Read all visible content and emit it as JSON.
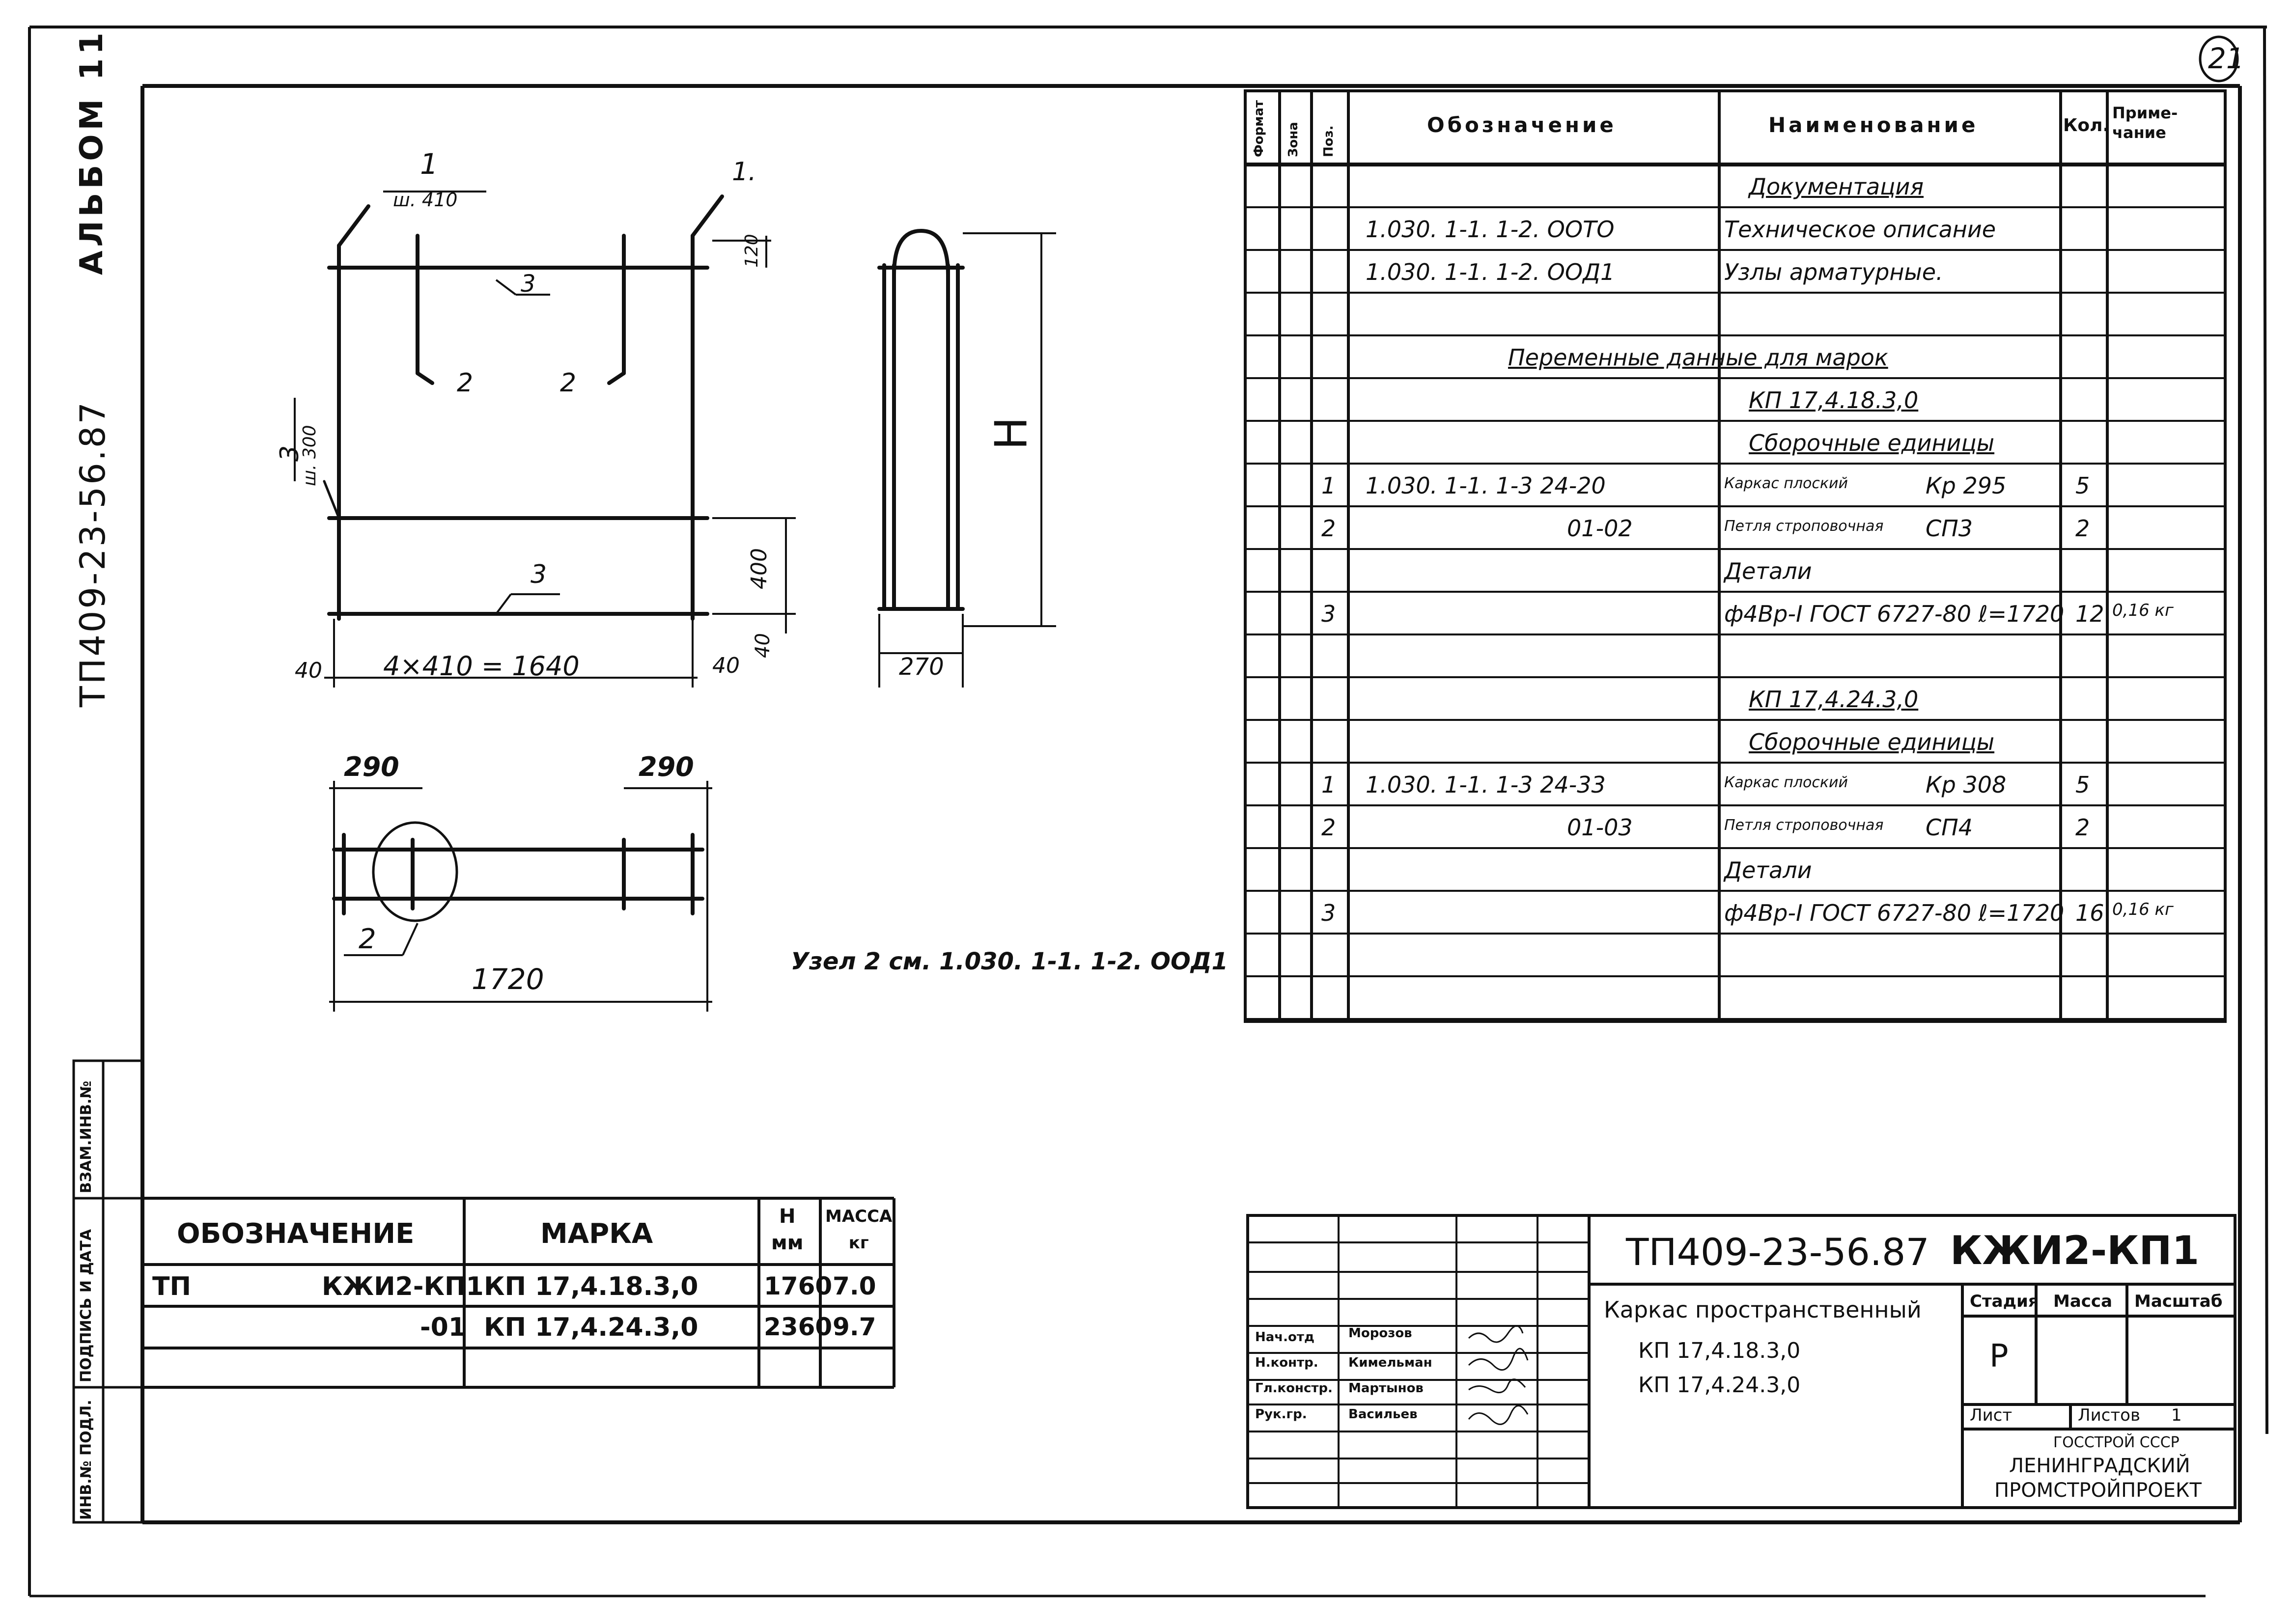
{
  "sheet_number": "21",
  "album": "АЛЬБОМ 11",
  "side_code": "ТП409-23-56.87",
  "side_stamp": [
    "ВЗАМ.ИНВ.№",
    "ПОДПИСЬ И ДАТА",
    "ИНВ.№ ПОДЛ."
  ],
  "drawing": {
    "label_1_top": "1",
    "pitch_top": "ш. 410",
    "label_1_right": "1.",
    "dim_120": "120",
    "label_3_top": "3",
    "label_2a": "2",
    "label_2b": "2",
    "label_3_left": "3",
    "pitch_left": "ш. 300",
    "label_3_bottom": "3",
    "dim_400": "400",
    "dim_40_right": "40",
    "dim_40_left": "40",
    "dim_span": "4×410 = 1640",
    "dim_40_bottom": "40",
    "dim_270": "270",
    "dim_h": "Н",
    "plan_290_left": "290",
    "plan_290_right": "290",
    "plan_label_2": "2",
    "plan_1720": "1720",
    "node_note": "Узел 2 см. 1.030. 1-1. 1-2. ООД1"
  },
  "spec": {
    "headers": [
      "Формат",
      "Зона",
      "Поз.",
      "Обозначение",
      "Наименование",
      "Кол.",
      "Приме-\nчание"
    ],
    "rows": [
      {
        "pos": "",
        "code": "",
        "name": "Документация",
        "qty": "",
        "note": "",
        "underline": true
      },
      {
        "pos": "",
        "code": "1.030. 1-1. 1-2. ООТО",
        "name": "Техническое описание",
        "qty": "",
        "note": ""
      },
      {
        "pos": "",
        "code": "1.030. 1-1. 1-2. ООД1",
        "name": "Узлы арматурные.",
        "qty": "",
        "note": ""
      },
      {
        "pos": "",
        "code": "",
        "name": "",
        "qty": "",
        "note": ""
      },
      {
        "pos": "",
        "code": "",
        "name": "Переменные данные для марок",
        "qty": "",
        "note": "",
        "span": true
      },
      {
        "pos": "",
        "code": "",
        "name": "КП 17,4.18.3,0",
        "qty": "",
        "note": "",
        "underline": true
      },
      {
        "pos": "",
        "code": "",
        "name": "Сборочные единицы",
        "qty": "",
        "note": "",
        "underline": true
      },
      {
        "pos": "1",
        "code": "1.030. 1-1. 1-3  24-20",
        "name": "Каркас плоский",
        "mark": "Кр 295",
        "qty": "5",
        "note": ""
      },
      {
        "pos": "2",
        "code": "01-02",
        "name": "Петля строповочная",
        "mark": "СП3",
        "qty": "2",
        "note": ""
      },
      {
        "pos": "",
        "code": "",
        "name": "Детали",
        "qty": "",
        "note": ""
      },
      {
        "pos": "3",
        "code": "",
        "name": "ф4Вр-I  ГОСТ 6727-80 ℓ=1720",
        "qty": "12",
        "note": "0,16 кг"
      },
      {
        "pos": "",
        "code": "",
        "name": "",
        "qty": "",
        "note": ""
      },
      {
        "pos": "",
        "code": "",
        "name": "КП 17,4.24.3,0",
        "qty": "",
        "note": "",
        "underline": true
      },
      {
        "pos": "",
        "code": "",
        "name": "Сборочные единицы",
        "qty": "",
        "note": "",
        "underline": true
      },
      {
        "pos": "1",
        "code": "1.030. 1-1. 1-3  24-33",
        "name": "Каркас плоский",
        "mark": "Кр 308",
        "qty": "5",
        "note": ""
      },
      {
        "pos": "2",
        "code": "01-03",
        "name": "Петля строповочная",
        "mark": "СП4",
        "qty": "2",
        "note": ""
      },
      {
        "pos": "",
        "code": "",
        "name": "Детали",
        "qty": "",
        "note": ""
      },
      {
        "pos": "3",
        "code": "",
        "name": "ф4Вр-I  ГОСТ 6727-80 ℓ=1720",
        "qty": "16",
        "note": "0,16 кг"
      },
      {
        "pos": "",
        "code": "",
        "name": "",
        "qty": "",
        "note": ""
      },
      {
        "pos": "",
        "code": "",
        "name": "",
        "qty": "",
        "note": ""
      }
    ]
  },
  "marks_table": {
    "headers": [
      "ОБОЗНАЧЕНИЕ",
      "МАРКА",
      "Н\nмм",
      "МАССА\nкг"
    ],
    "rows": [
      {
        "prefix": "ТП",
        "code": "КЖИ2-КП1",
        "mark": "КП 17,4.18.3,0",
        "h": "1760",
        "mass": "7.0"
      },
      {
        "prefix": "",
        "code": "-01",
        "mark": "КП 17,4.24.3,0",
        "h": "2360",
        "mass": "9.7"
      }
    ]
  },
  "title_block": {
    "doc_code": "ТП409-23-56.87",
    "doc_suffix": "КЖИ2-КП1",
    "item_name": "Каркас пространственный",
    "item_marks": [
      "КП 17,4.18.3,0",
      "КП 17,4.24.3,0"
    ],
    "stage_label": "Стадия",
    "mass_label": "Масса",
    "scale_label": "Масштаб",
    "stage_value": "Р",
    "sheet_label": "Лист",
    "sheets_label": "Листов",
    "sheets_value": "1",
    "org_lines": [
      "ГОССТРОЙ СССР",
      "ЛЕНИНГРАДСКИЙ",
      "ПРОМСТРОЙПРОЕКТ"
    ],
    "signers": [
      {
        "role": "Нач.отд",
        "name": "Морозов"
      },
      {
        "role": "Н.контр.",
        "name": "Кимельман"
      },
      {
        "role": "Гл.констр.",
        "name": "Мартынов"
      },
      {
        "role": "Рук.гр.",
        "name": "Васильев"
      }
    ]
  }
}
